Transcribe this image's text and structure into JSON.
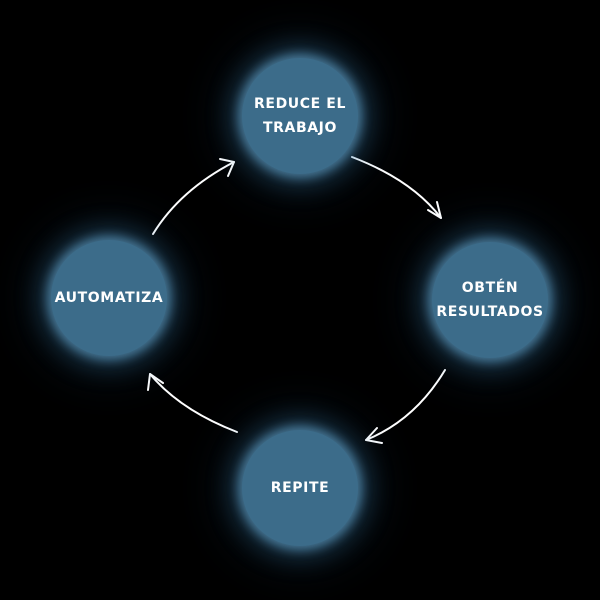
{
  "diagram": {
    "nodes": [
      {
        "id": "top",
        "label": "REDUCE EL\nTRABAJO"
      },
      {
        "id": "right",
        "label": "OBTÉN\nRESULTADOS"
      },
      {
        "id": "bottom",
        "label": "REPITE"
      },
      {
        "id": "left",
        "label": "AUTOMATIZA"
      }
    ],
    "edges": [
      {
        "from": "top",
        "to": "right"
      },
      {
        "from": "right",
        "to": "bottom"
      },
      {
        "from": "bottom",
        "to": "left"
      },
      {
        "from": "left",
        "to": "top"
      }
    ],
    "colors": {
      "background": "#000000",
      "node_fill": "#3c6c8a",
      "glow": "#6eafd7",
      "text": "#ffffff",
      "arrow": "#ffffff"
    }
  }
}
